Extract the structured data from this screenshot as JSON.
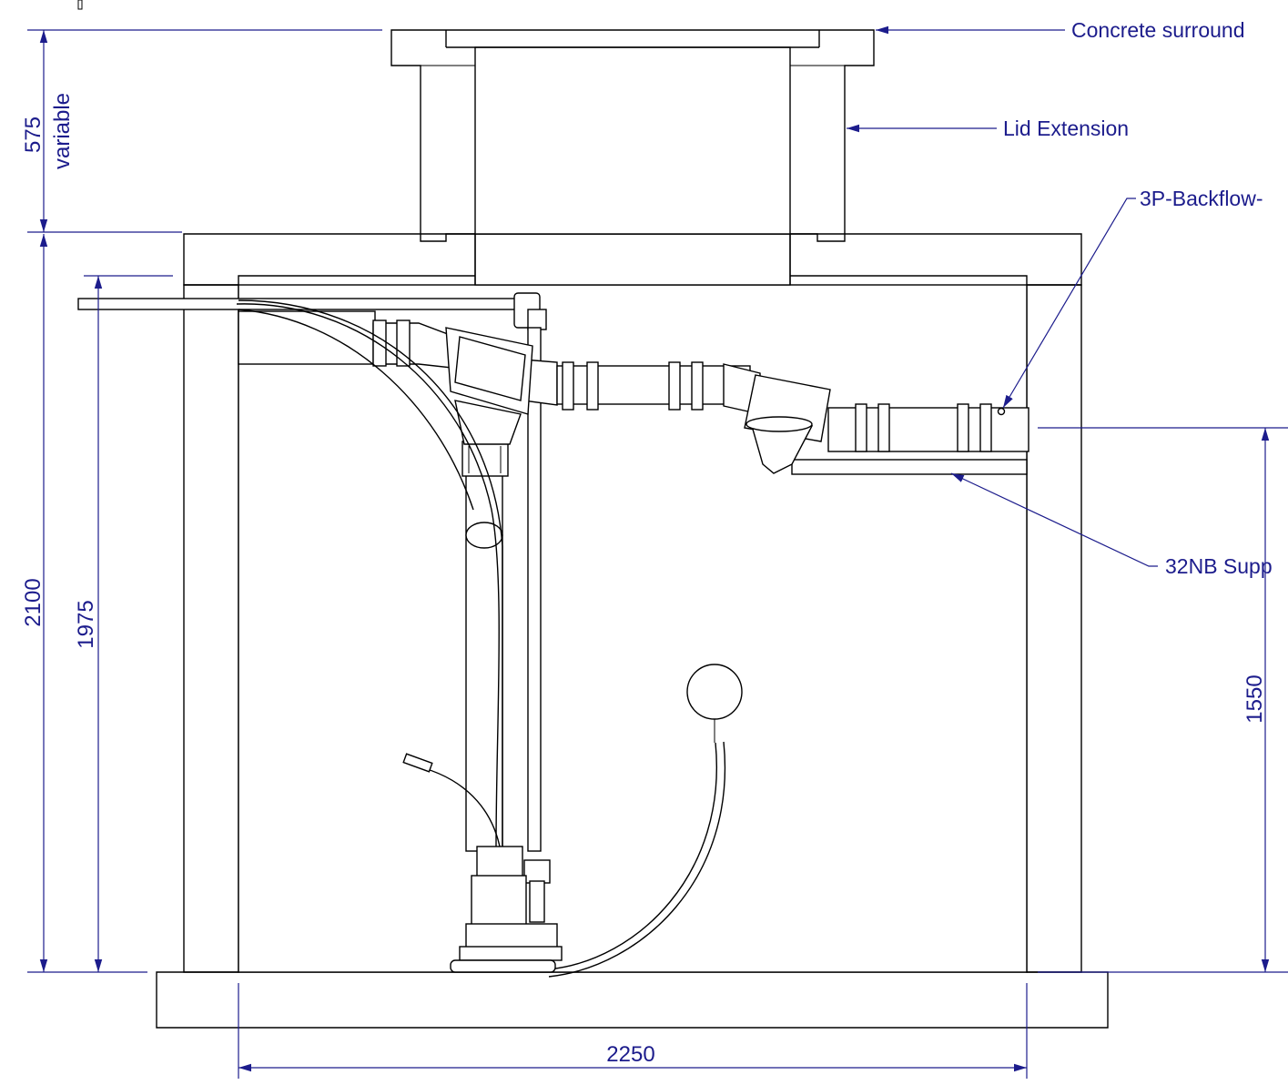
{
  "dimensions": {
    "lid_height": "575",
    "lid_height_note": "variable",
    "chamber_height": "2100",
    "inner_height": "1975",
    "outlet_height": "1550",
    "inner_width": "2250"
  },
  "labels": {
    "concrete_surround": "Concrete surround",
    "lid_extension": "Lid Extension",
    "backflow": "3P-Backflow-",
    "support": "32NB Supp"
  },
  "colors": {
    "annotation": "#1c1c8c",
    "outline": "#000000"
  }
}
